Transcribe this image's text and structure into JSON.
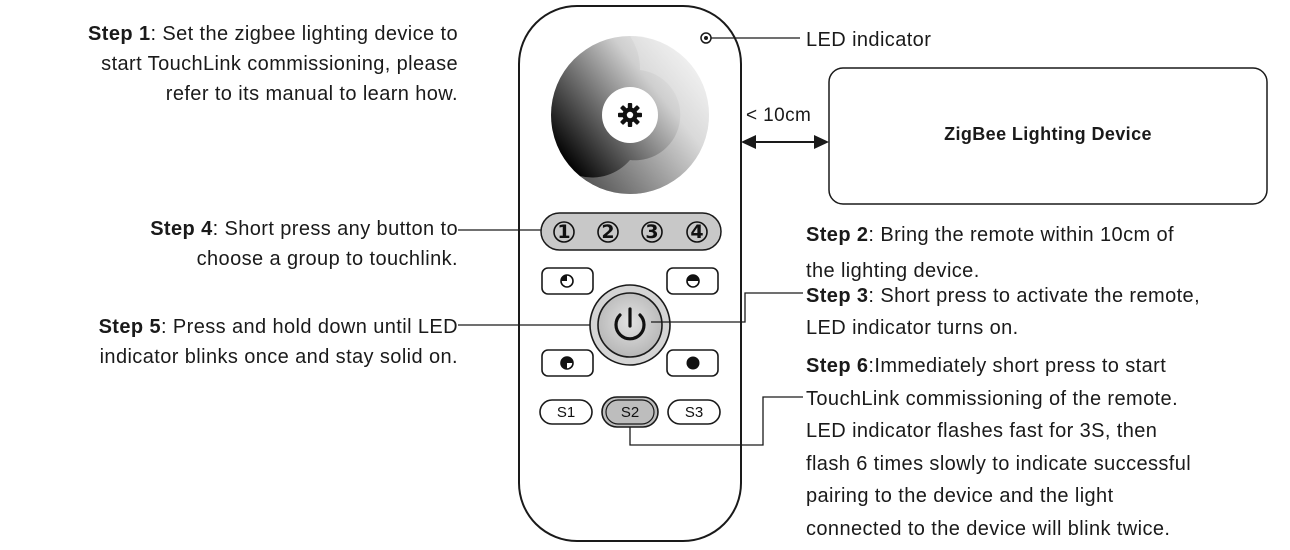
{
  "labels": {
    "led_indicator": "LED indicator",
    "distance": "< 10cm",
    "device_box": "ZigBee Lighting Device"
  },
  "steps": {
    "step1": {
      "label": "Step 1",
      "lines": [
        ": Set the zigbee lighting device to",
        "start TouchLink commissioning, please",
        "refer to its manual to learn how."
      ]
    },
    "step2": {
      "label": "Step 2",
      "lines": [
        ": Bring the remote within 10cm of",
        "the lighting device."
      ]
    },
    "step3": {
      "label": "Step 3",
      "lines": [
        ": Short press to activate the remote,",
        "LED indicator turns on."
      ]
    },
    "step4": {
      "label": "Step 4",
      "lines": [
        ": Short press any button to",
        "choose a group to touchlink."
      ]
    },
    "step5": {
      "label": "Step 5",
      "lines": [
        ": Press and hold down until LED",
        "indicator blinks once and stay solid on."
      ]
    },
    "step6": {
      "label": "Step 6",
      "lines": [
        ":Immediately short press to start",
        "TouchLink commissioning of the remote.",
        "LED indicator flashes fast for 3S, then",
        "flash 6 times slowly to indicate successful",
        "pairing to the device and the light",
        "connected to the device will blink twice."
      ]
    }
  },
  "remote": {
    "group_buttons": [
      "1",
      "2",
      "3",
      "4"
    ],
    "scene_buttons": [
      "S1",
      "S2",
      "S3"
    ],
    "icons": {
      "wheel_center": "gear-icon",
      "power": "power-icon",
      "cct_buttons": [
        "half-circle-icon",
        "half-circle-icon",
        "half-circle-icon",
        "filled-circle-icon"
      ]
    }
  },
  "colors": {
    "outline": "#1a1a1a",
    "button_fill": "#c8c8c8",
    "active_fill": "#bdbdbd"
  }
}
